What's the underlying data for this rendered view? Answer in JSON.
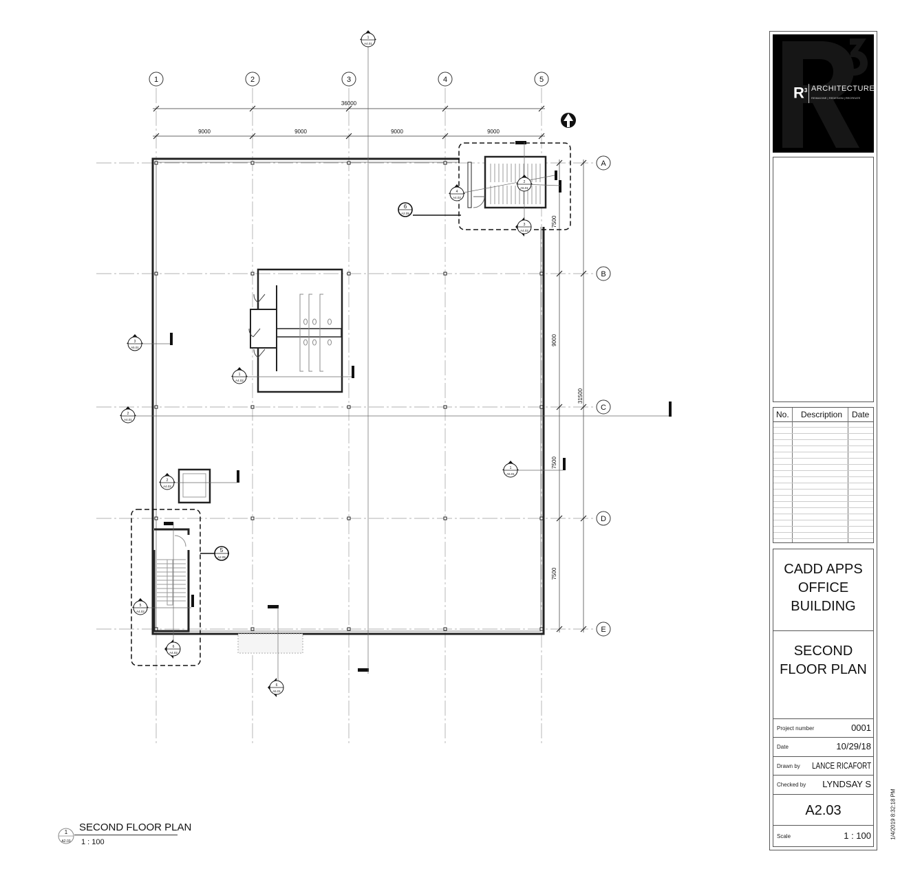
{
  "grid": {
    "columns": [
      "1",
      "2",
      "3",
      "4",
      "5"
    ],
    "rows": [
      "A",
      "B",
      "C",
      "D",
      "E"
    ]
  },
  "dimensions": {
    "overall_width": "36000",
    "bays": [
      "9000",
      "9000",
      "9000",
      "9000"
    ],
    "vertical_bays": [
      "7500",
      "9000",
      "7500",
      "7500"
    ],
    "overall_depth": "31500"
  },
  "callouts": [
    {
      "num": "1",
      "sheet": "A4.01"
    },
    {
      "num": "4",
      "sheet": "A4.02"
    },
    {
      "num": "2",
      "sheet": "A5.01"
    },
    {
      "num": "3",
      "sheet": "A4.02"
    },
    {
      "num": "6",
      "sheet": "A2.05"
    },
    {
      "num": "3",
      "sheet": "A5.01"
    },
    {
      "num": "1",
      "sheet": "A4.02"
    },
    {
      "num": "2",
      "sheet": "A4.01"
    },
    {
      "num": "2",
      "sheet": "A4.02"
    },
    {
      "num": "1",
      "sheet": "A5.01"
    },
    {
      "num": "5",
      "sheet": "A2.05"
    },
    {
      "num": "5",
      "sheet": "A4.02"
    },
    {
      "num": "6",
      "sheet": "A4.02"
    },
    {
      "num": "6",
      "sheet": "A5.01"
    }
  ],
  "view_title": {
    "num": "1",
    "sheet": "A2.03",
    "title": "SECOND FLOOR PLAN",
    "scale": "1 : 100"
  },
  "title_block": {
    "logo_text": "R3 ARCHITECTURE",
    "logo_tagline": "REIMAGINE | REDESIGN | RECREATE",
    "revision_headers": [
      "No.",
      "Description",
      "Date"
    ],
    "project_name": "CADD APPS OFFICE BUILDING",
    "sheet_name": "SECOND FLOOR PLAN",
    "project_number_label": "Project number",
    "project_number": "0001",
    "date_label": "Date",
    "date": "10/29/18",
    "drawn_by_label": "Drawn by",
    "drawn_by": "LANCE RICAFORT",
    "checked_by_label": "Checked by",
    "checked_by": "LYNDSAY S",
    "sheet_number": "A2.03",
    "scale_label": "Scale",
    "scale": "1 : 100",
    "timestamp": "1/4/2019 8:32:18 PM"
  }
}
